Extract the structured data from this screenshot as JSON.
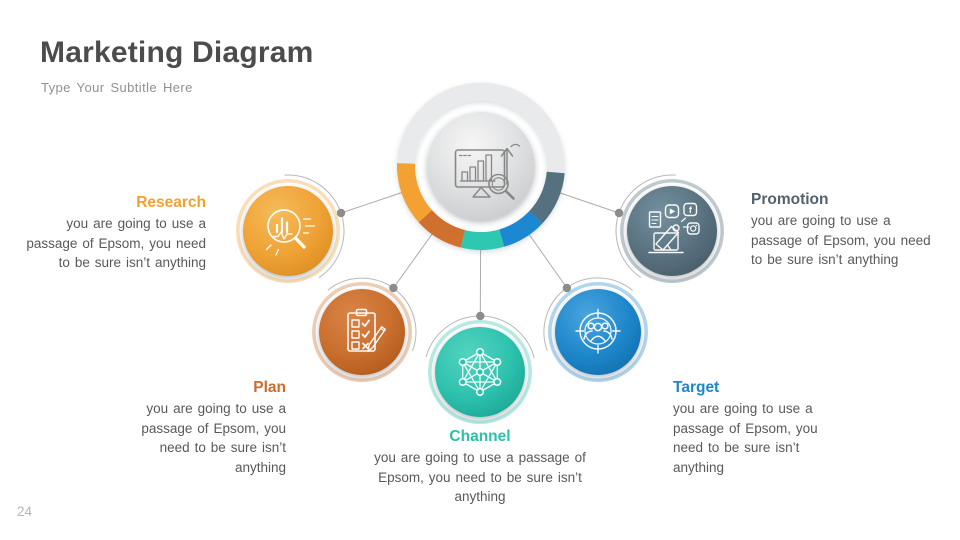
{
  "slide": {
    "title": "Marketing Diagram",
    "subtitle": "Type Your Subtitle Here",
    "page_number": "24"
  },
  "diagram": {
    "center_icon": "analytics-dashboard-icon",
    "hub_ring_colors": [
      "#F2A133",
      "#CF6F2E",
      "#2FC7B2",
      "#1F88D2",
      "#54707F",
      "#E9EAEC"
    ],
    "body_text_color": "#58595B",
    "nodes": [
      {
        "id": "research",
        "label": "Research",
        "color": "#F0A230",
        "icon": "magnifier-analytics-icon",
        "align": "right",
        "description": "you are going to use a passage of Epsom, you need to be sure isn’t anything"
      },
      {
        "id": "plan",
        "label": "Plan",
        "color": "#CC6B2C",
        "icon": "checklist-pencil-icon",
        "align": "right",
        "description": "you are going to use a passage of Epsom, you need to be sure isn’t anything"
      },
      {
        "id": "channel",
        "label": "Channel",
        "color": "#2CBFAC",
        "icon": "network-nodes-icon",
        "align": "center",
        "description": "you are going to use a passage of Epsom, you need to be sure isn’t anything"
      },
      {
        "id": "target",
        "label": "Target",
        "color": "#1C86CD",
        "icon": "audience-target-icon",
        "align": "left",
        "description": "you are going to use a passage of Epsom, you need to be sure isn’t anything"
      },
      {
        "id": "promotion",
        "label": "Promotion",
        "color": "#51626E",
        "icon": "megaphone-social-icon",
        "align": "left",
        "description": "you are going to use a passage of Epsom, you need to be sure isn’t anything"
      }
    ]
  }
}
